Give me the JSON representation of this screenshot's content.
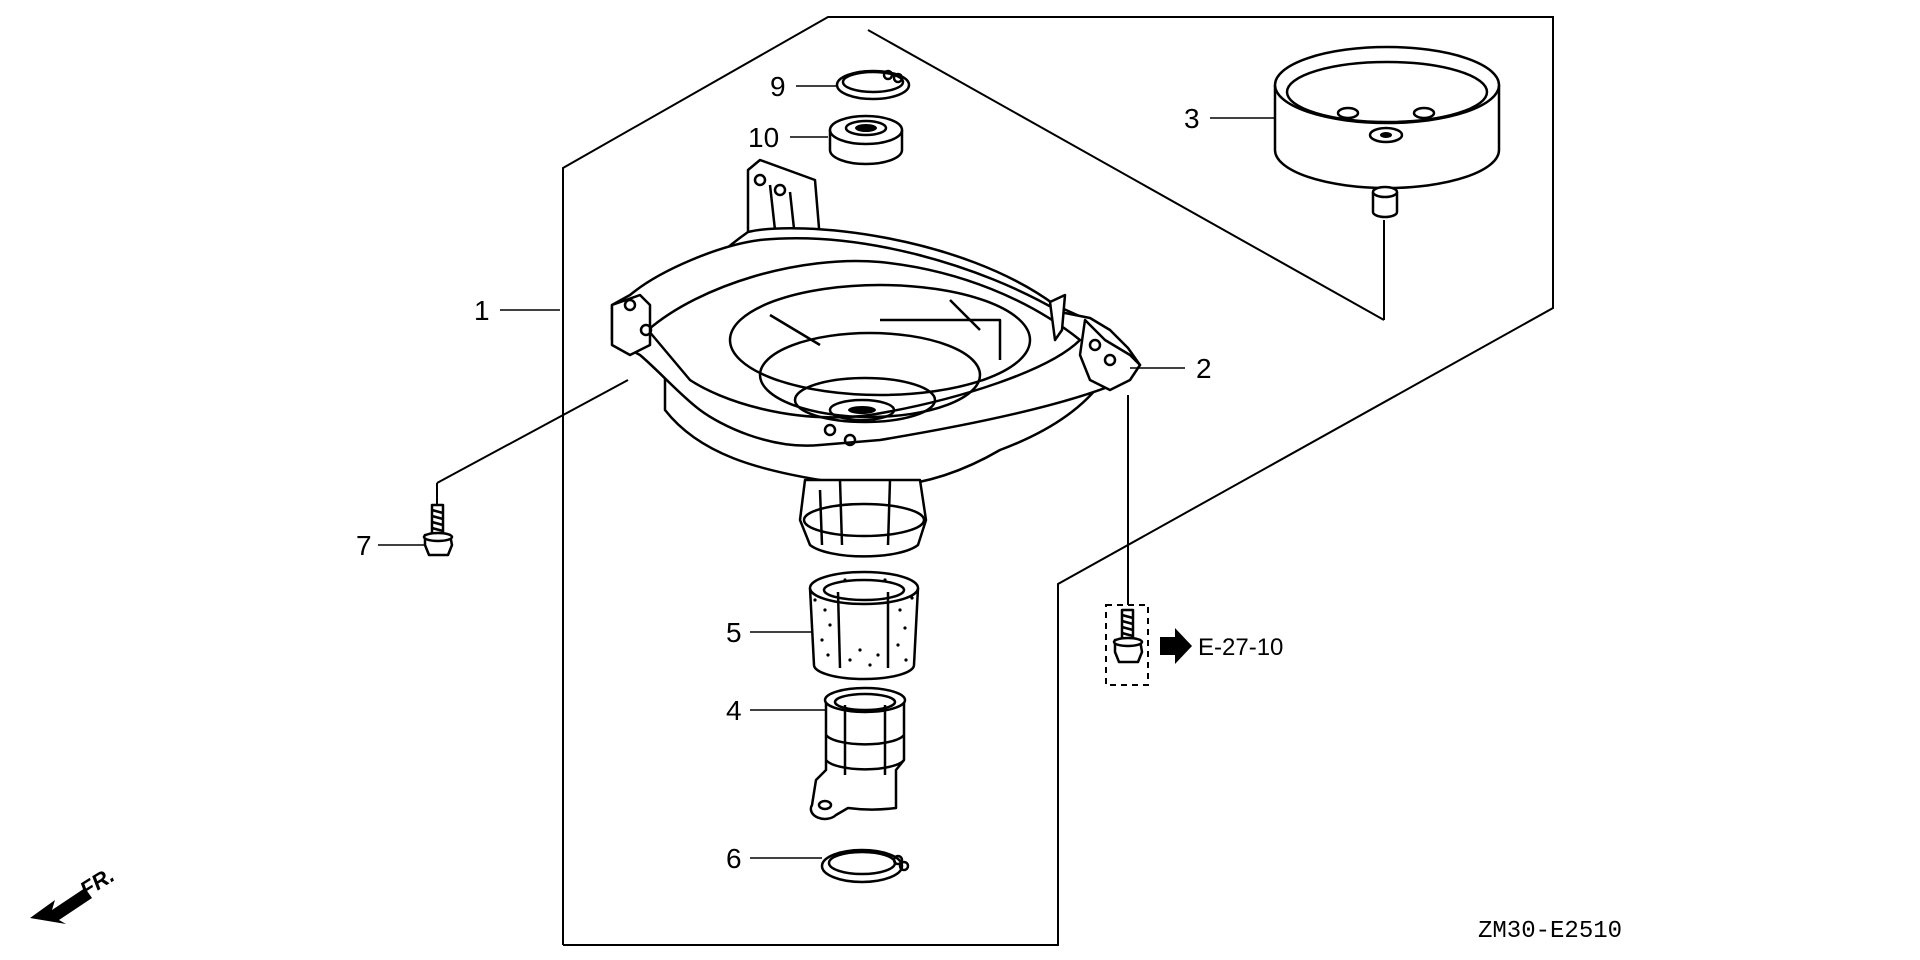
{
  "diagram": {
    "drawing_code": "ZM30-E2510",
    "front_indicator": "FR.",
    "cross_reference": "E-27-10",
    "callouts": [
      {
        "id": "1",
        "label": "1"
      },
      {
        "id": "2",
        "label": "2"
      },
      {
        "id": "3",
        "label": "3"
      },
      {
        "id": "4",
        "label": "4"
      },
      {
        "id": "5",
        "label": "5"
      },
      {
        "id": "6",
        "label": "6"
      },
      {
        "id": "7",
        "label": "7"
      },
      {
        "id": "9",
        "label": "9"
      },
      {
        "id": "10",
        "label": "10"
      }
    ]
  }
}
